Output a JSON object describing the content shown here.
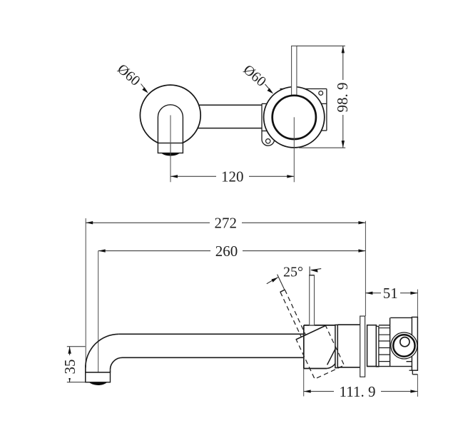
{
  "page": {
    "background": "#ffffff",
    "line_color": "#1a1a1a",
    "thin_line_color": "#4a4a4a",
    "text_color": "#1f1f1f"
  },
  "drawing": {
    "type": "technical-drawing",
    "subject": "Wall-mounted basin mixer tap - installation dimension drawing",
    "views": {
      "front_view": "front elevation: spout outlet rosette and mixer handle rosette with wall plate",
      "side_view": "side elevation: curved spout, 25-degree lever handle and concealed in-wall body"
    },
    "dimensions": {
      "dia_left": "Ø60",
      "dia_right": "Ø60",
      "height_overall": "98. 9",
      "centres": "120",
      "reach_overall": "272",
      "reach_spout": "260",
      "handle_angle": "25°",
      "wall_depth": "51",
      "drop": "35",
      "body_length": "111. 9"
    }
  }
}
